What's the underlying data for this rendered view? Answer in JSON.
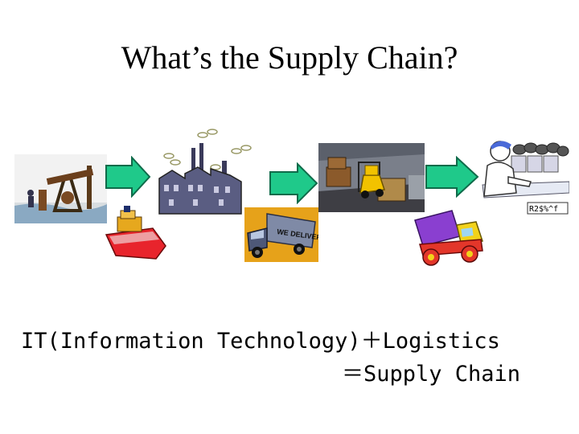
{
  "slide": {
    "title": "What’s the Supply Chain?",
    "formula_line1": "IT(Information Technology)＋Logistics",
    "formula_line2": "＝Supply Chain",
    "truck_sign": "WE DELIVER",
    "bag_label": "R2$%^f",
    "icons": [
      "oil-pump-icon",
      "tanker-ship-icon",
      "factory-icon",
      "delivery-truck-icon",
      "warehouse-forklift-icon",
      "toy-truck-icon",
      "cashier-icon",
      "arrow-right-icon"
    ],
    "colors": {
      "arrow": "#1fc98a",
      "arrow_stroke": "#0f6b4a",
      "ship": "#e8242c",
      "truck": "#5c6b8a",
      "forklift": "#f2c200",
      "toy_truck": "#8a3fd0"
    }
  }
}
